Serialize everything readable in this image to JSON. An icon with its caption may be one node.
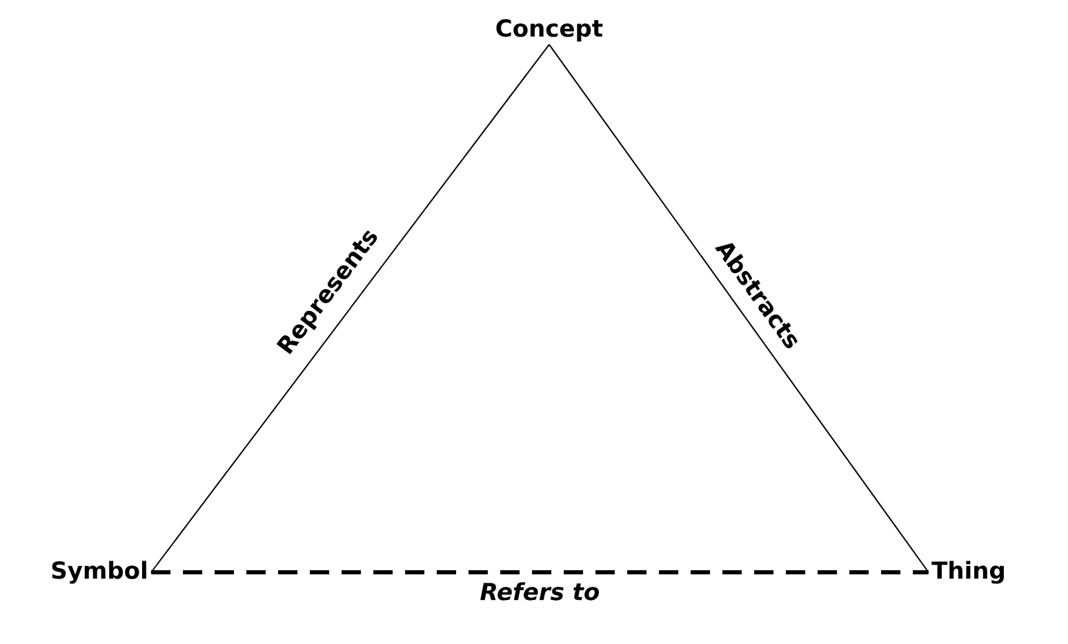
{
  "diagram": {
    "nodes": [
      {
        "text": [
          "Concept"
        ]
      },
      {
        "text": [
          "Symbol"
        ]
      },
      {
        "text": [
          "Thing"
        ]
      }
    ],
    "edges": [
      {
        "from": 1,
        "to": 0,
        "arrow": "none",
        "label": "Represents"
      },
      {
        "from": 0,
        "to": 2,
        "arrow": "none",
        "label": "Abstracts"
      },
      {
        "from": 1,
        "to": 2,
        "arrow": "none",
        "label": "Refers to",
        "style": "dashed"
      }
    ]
  }
}
